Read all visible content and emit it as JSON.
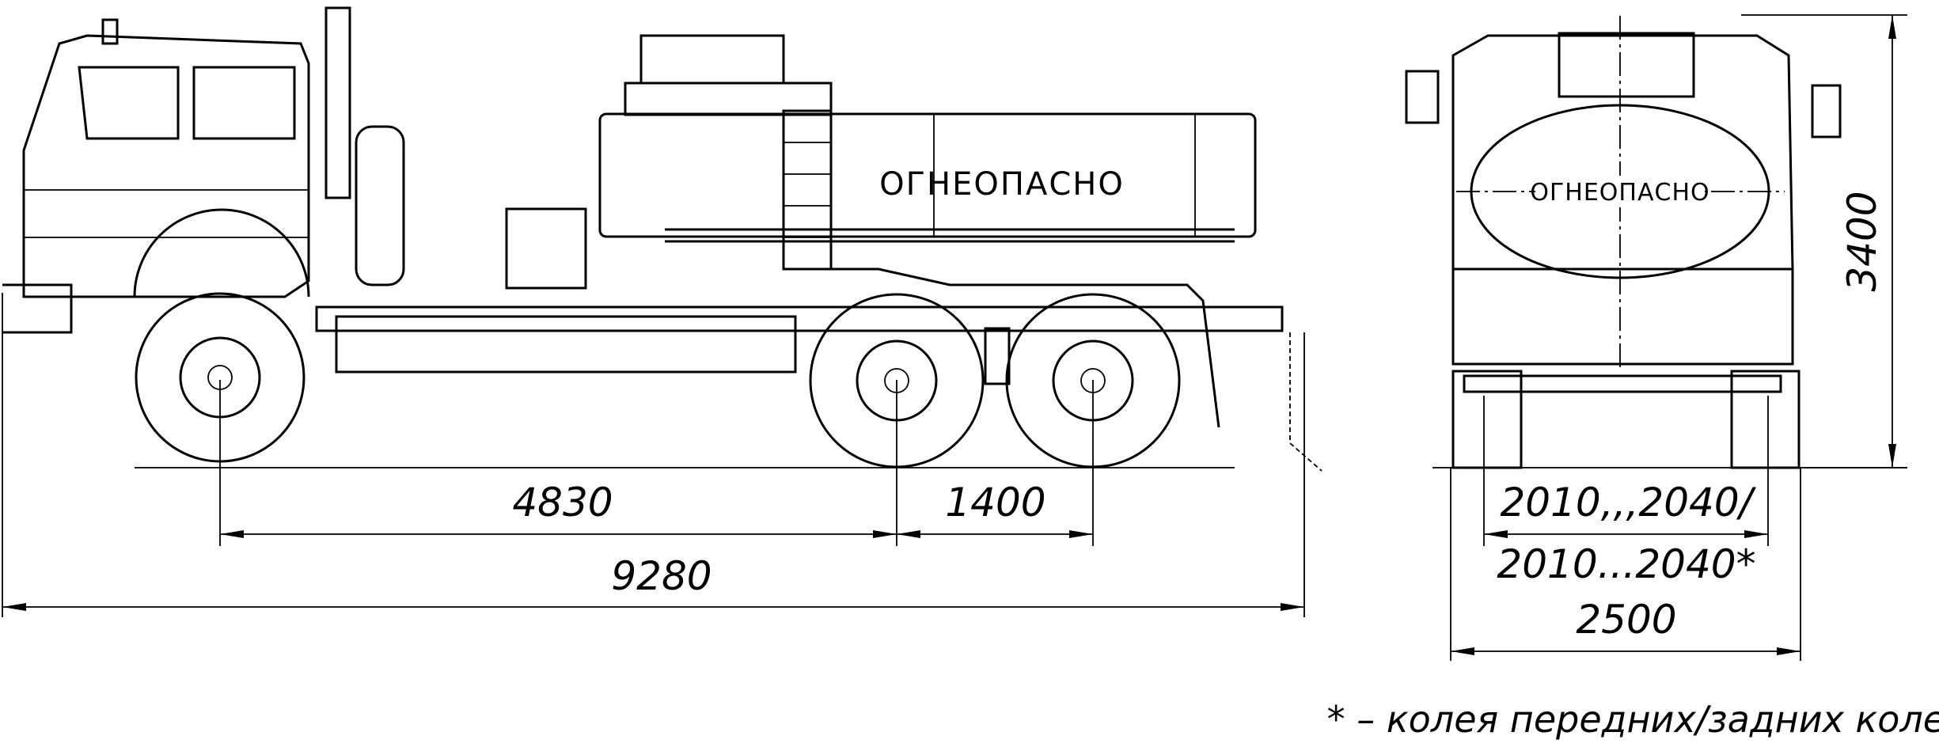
{
  "side_view": {
    "tank_sign": "ОГНЕОПАСНО",
    "dimensions": {
      "front_to_rear_axle": "4830",
      "rear_axle_spacing": "1400",
      "overall_length": "9280"
    }
  },
  "rear_view": {
    "tank_sign": "ОГНЕОПАСНО",
    "dimensions": {
      "track_front": "2010,,,2040/",
      "track_rear": "2010...2040*",
      "overall_width": "2500",
      "overall_height": "3400"
    }
  },
  "footnote": "* – колея передних/задних колес"
}
